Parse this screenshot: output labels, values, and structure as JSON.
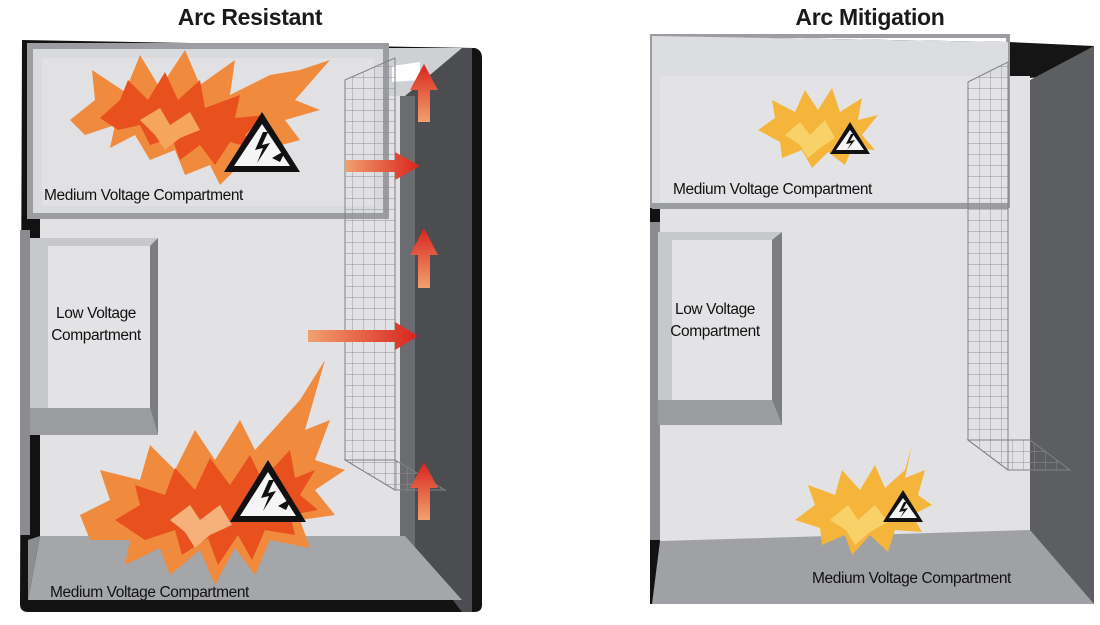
{
  "panels": {
    "left": {
      "title": "Arc Resistant",
      "top_compartment": "Medium Voltage Compartment",
      "low_voltage_line1": "Low Voltage",
      "low_voltage_line2": "Compartment",
      "bottom_compartment": "Medium Voltage Compartment"
    },
    "right": {
      "title": "Arc Mitigation",
      "top_compartment": "Medium Voltage Compartment",
      "low_voltage_line1": "Low Voltage",
      "low_voltage_line2": "Compartment",
      "bottom_compartment": "Medium Voltage Compartment"
    }
  },
  "colors": {
    "frame_dark": "#111111",
    "wall_light": "#e3e3e6",
    "wall_gray": "#8a8c90",
    "wall_dark": "#5a5c60",
    "floor": "#9a9c9f",
    "flame_outer": "#f08a3c",
    "flame_inner": "#e8501e",
    "flame_mild": "#f7b23c",
    "arrow": "#e2452a"
  },
  "icons": {
    "hazard": "arc-flash-warning-icon",
    "arrow": "pressure-vent-arrow-icon"
  }
}
